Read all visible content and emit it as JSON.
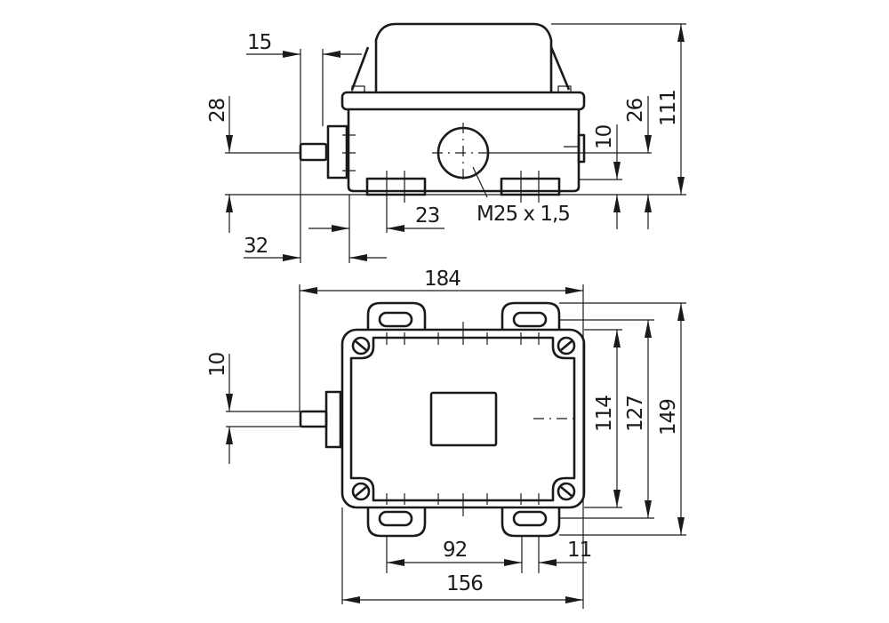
{
  "drawing": {
    "side_view": {
      "dimensions": {
        "actuator_offset": "15",
        "shaft_length": "32",
        "foot_offset": "23",
        "shaft_height": "28",
        "total_height": "111",
        "gland_height": "26",
        "foot_height": "10",
        "gland_thread": "M25 x 1,5"
      }
    },
    "top_view": {
      "dimensions": {
        "overall_width": "184",
        "body_width": "156",
        "mount_spacing": "92",
        "slot_width": "11",
        "shaft_diameter": "10",
        "body_depth": "114",
        "mount_depth": "127",
        "overall_depth": "149"
      }
    }
  }
}
